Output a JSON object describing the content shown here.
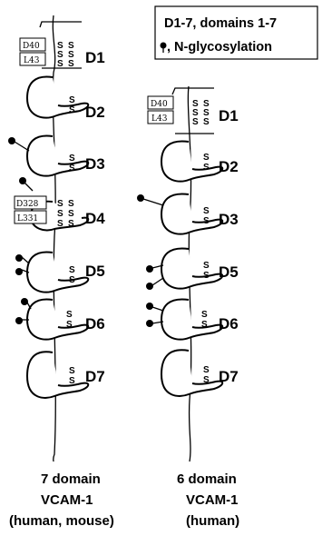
{
  "legend": {
    "line1": "D1-7, domains 1-7",
    "line2": ", N-glycosylation"
  },
  "left_molecule": {
    "domains": [
      "D1",
      "D2",
      "D3",
      "D4",
      "D5",
      "D6",
      "D7"
    ],
    "ss_symbol": "S",
    "residues": {
      "d1_top": "D40",
      "d1_bottom": "L43",
      "d4_top": "D328",
      "d4_bottom": "L331"
    },
    "caption": [
      "7 domain",
      "VCAM-1",
      "(human, mouse)"
    ]
  },
  "right_molecule": {
    "domains": [
      "D1",
      "D2",
      "D3",
      "D5",
      "D6",
      "D7"
    ],
    "ss_symbol": "S",
    "residues": {
      "d1_top": "D40",
      "d1_bottom": "L43"
    },
    "caption": [
      "6 domain",
      "VCAM-1",
      "(human)"
    ]
  },
  "colors": {
    "line": "#000000",
    "background": "#ffffff"
  }
}
